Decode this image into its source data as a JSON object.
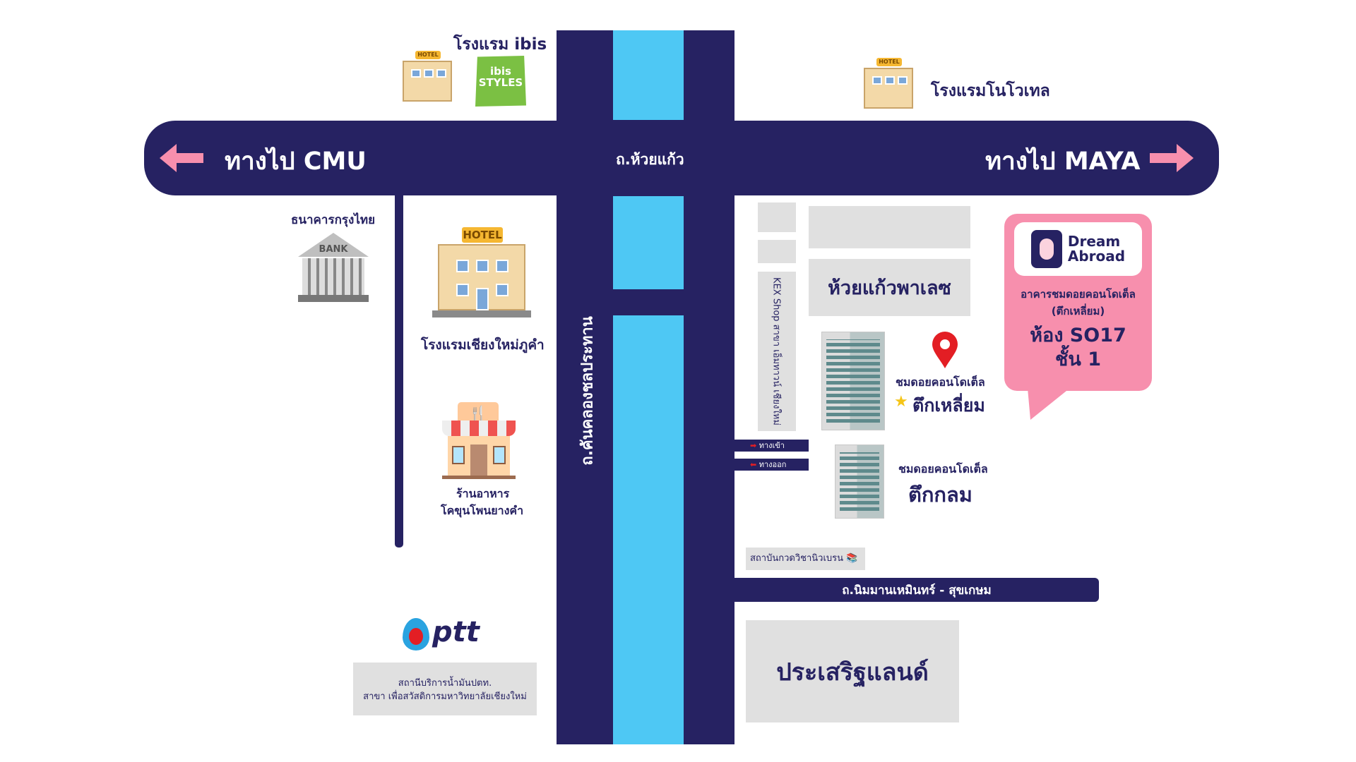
{
  "roads": {
    "main_road_center": "ถ.ห้วยแก้ว",
    "to_cmu": "ทางไป CMU",
    "to_maya": "ทางไป MAYA",
    "canal_road": "ถ.คันคลองชลประทาน",
    "nimman_road": "ถ.นิมมานเหมินทร์ - สุขเกษม",
    "entrance": "ทางเข้า",
    "exit": "ทางออก"
  },
  "places": {
    "ibis_hotel": "โรงแรม ibis",
    "ibis_logo": "ibis STYLES",
    "novotel_hotel": "โรงแรมโนโวเทล",
    "bank": "ธนาคารกรุงไทย",
    "bank_sign": "BANK",
    "hotel_sign": "HOTEL",
    "phukham_hotel": "โรงแรมเชียงใหม่ภูคำ",
    "restaurant_line1": "ร้านอาหาร",
    "restaurant_line2": "โคขุนโพนยางคำ",
    "kex_shop": "KEX Shop สาขา เอ็มทาวน์ เชียงใหม่",
    "huay_kaew_palace": "ห้วยแก้วพาเลซ",
    "condo_square_small": "ชมดอยคอนโดเต็ล",
    "condo_square_big": "ตึกเหลี่ยม",
    "condo_round_small": "ชมดอยคอนโดเต็ล",
    "condo_round_big": "ตึกกลม",
    "tutor_institute": "สถาบันกวดวิชานิวเบรน",
    "prasert_land": "ประเสริฐแลนด์",
    "ptt_logo": "ptt",
    "ptt_line1": "สถานีบริการน้ำมันปตท.",
    "ptt_line2": "สาขา เพื่อสวัสดิการมหาวิทยาลัยเชียงใหม่"
  },
  "callout": {
    "brand_line1": "Dream",
    "brand_line2": "Abroad",
    "building_line1": "อาคารชมดอยคอนโดเต็ล",
    "building_line2": "(ตึกเหลี่ยม)",
    "room": "ห้อง SO17",
    "floor": "ชั้น 1"
  },
  "colors": {
    "navy": "#262262",
    "lane": "#4ec8f4",
    "pink": "#f78fad",
    "gray": "#e0e0e0"
  }
}
